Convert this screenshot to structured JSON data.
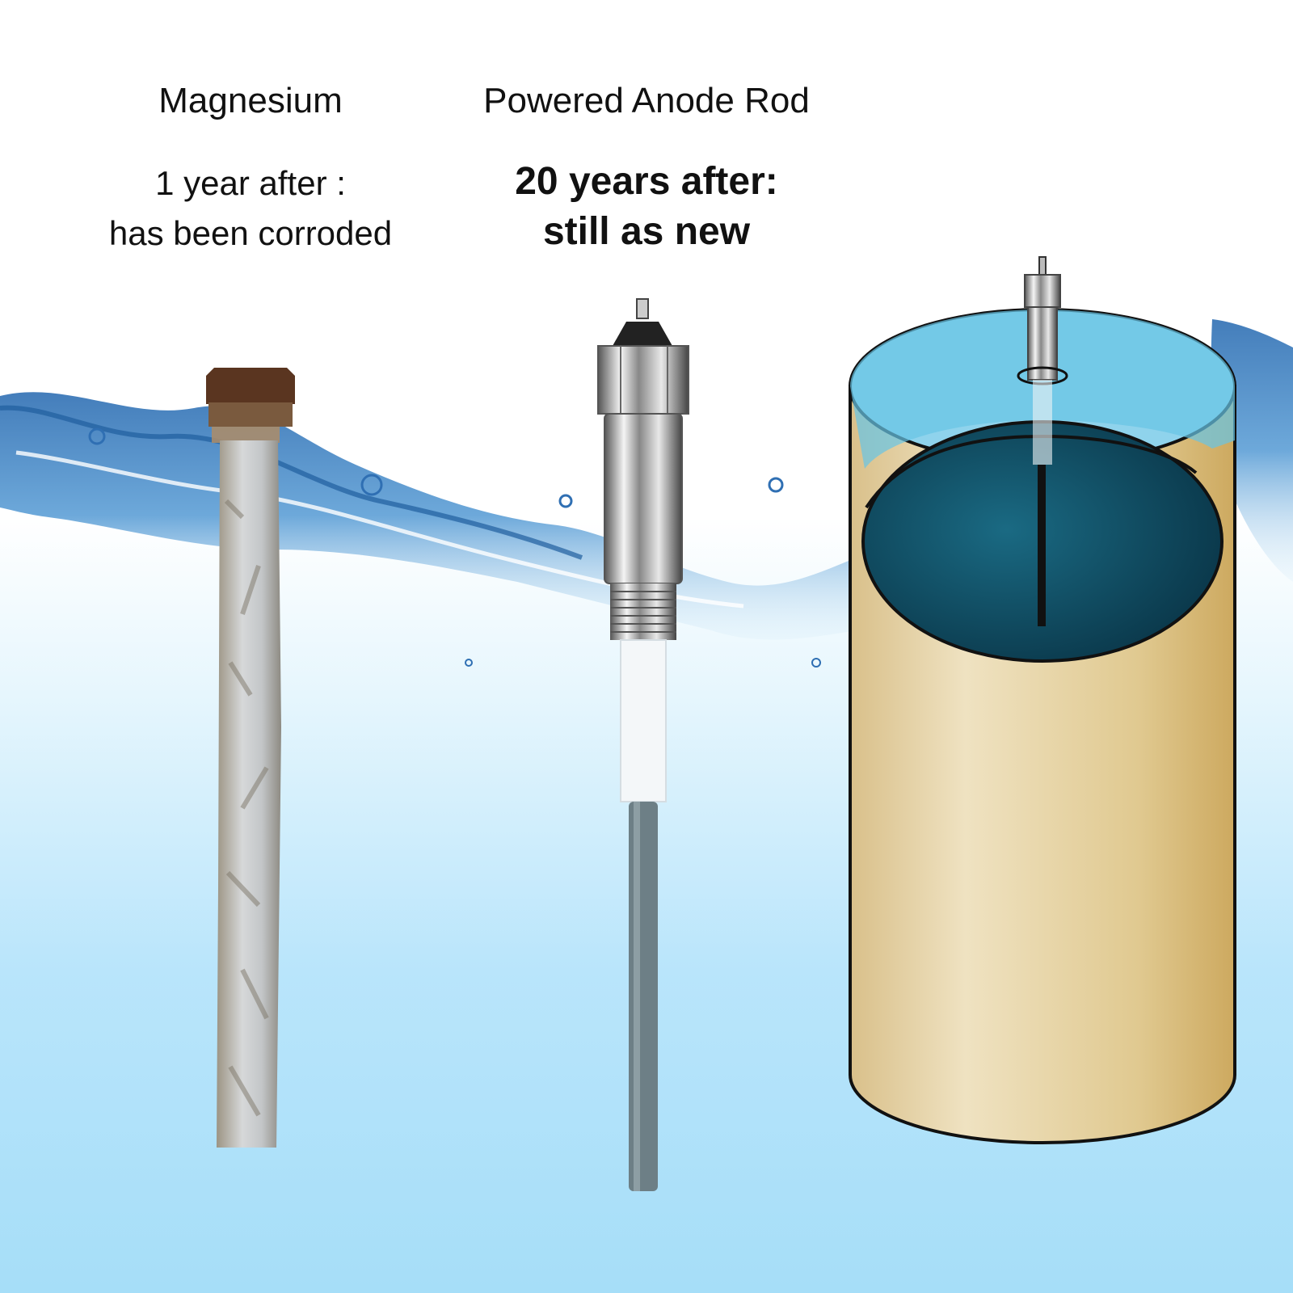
{
  "left_column": {
    "heading": "Magnesium",
    "caption_line1": "1 year after :",
    "caption_line2": "has been corroded"
  },
  "middle_column": {
    "heading": "Powered Anode Rod",
    "caption_line1": "20 years after:",
    "caption_line2": "still as new"
  },
  "colors": {
    "water_splash": "#3a78b8",
    "tank_body": "#e3cd98",
    "tank_water": "#0f4f66",
    "rust": "#5a3520",
    "rod_gray": "#6d7f86"
  },
  "icons": [
    "magnesium-anode-rod",
    "powered-anode-rod",
    "water-heater-tank-cutaway",
    "water-splash"
  ]
}
